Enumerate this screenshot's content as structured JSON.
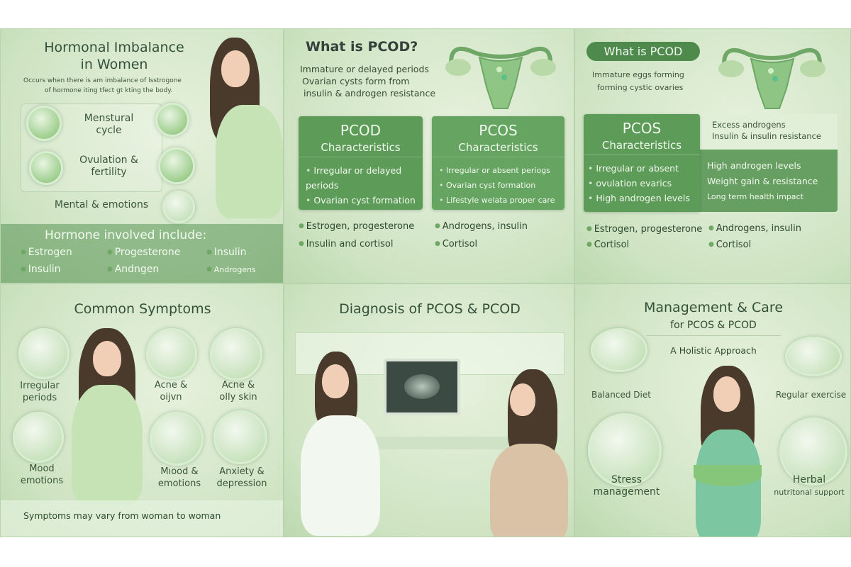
{
  "hormonal": {
    "title_line1": "Hormonal Imbalance",
    "title_line2": "in Women",
    "subtitle_line1": "Occurs when there is am imbalance of lsstrogone",
    "subtitle_line2": "of hormone iting tfect gt kting the body.",
    "items": [
      "Menstural cycle",
      "Ovulation & fertility",
      "Mental & emotions"
    ],
    "menstural_l1": "Menstural",
    "menstural_l2": "cycle",
    "ovulation_l1": "Ovulation &",
    "ovulation_l2": "fertility",
    "mental": "Mental & emotions",
    "hormones_title": "Hormone involved include:",
    "hormones": [
      "Estrogen",
      "Progesterone",
      "Insulin",
      "Insulin",
      "Andngen",
      "Androgens"
    ]
  },
  "pcod": {
    "title": "What is PCOD?",
    "lines": [
      "Immature or delayed periods",
      "Ovarian cysts form from",
      "insulin & androgen resistance"
    ],
    "box_pcod": {
      "title": "PCOD",
      "sub": "Characteristics",
      "items": [
        "Irregular or delayed periods",
        "Ovarian cyst formation"
      ]
    },
    "box_pcos": {
      "title": "PCOS",
      "sub": "Characteristics",
      "items": [
        "Irregular or absent periogs",
        "Ovarian cyst formation",
        "Lifestyle welata proper care"
      ]
    },
    "bullets_left": [
      "Estrogen, progesterone",
      "Insulin and cortisol"
    ],
    "bullets_right": [
      "Androgens, insulin",
      "Cortisol"
    ]
  },
  "pcod2": {
    "pill": "What is PCOD",
    "lines": [
      "Immature eggs forming",
      "forming cystic ovaries"
    ],
    "box_pcos": {
      "title": "PCOS",
      "sub": "Characteristics",
      "items": [
        "Irregular or absent",
        "ovulation evarics",
        "High androgen levels"
      ]
    },
    "side_text": [
      "Excess androgens",
      "Insulin & insulin resistance"
    ],
    "side_items": [
      "High androgen levels",
      "Weight gain & resistance",
      "Long term health impact"
    ],
    "bullets_left": [
      "Estrogen, progesterone",
      "Cortisol"
    ],
    "bullets_right": [
      "Androgens, insulin",
      "Cortisol"
    ]
  },
  "symptoms": {
    "title": "Common Symptoms",
    "items": [
      {
        "l1": "Irregular",
        "l2": "periods"
      },
      {
        "l1": "Acne &",
        "l2": "oijvn"
      },
      {
        "l1": "Acne &",
        "l2": "olly skin"
      },
      {
        "l1": "Mood",
        "l2": "emotions"
      },
      {
        "l1": "Mıood &",
        "l2": "emotions"
      },
      {
        "l1": "Anxiety &",
        "l2": "depression"
      }
    ],
    "footer": "Symptoms may vary from woman to woman"
  },
  "diagnosis": {
    "title": "Diagnosis of PCOS & PCOD"
  },
  "management": {
    "title": "Management & Care",
    "subtitle": "for PCOS & PCOD",
    "approach": "A Holistic Approach",
    "items": [
      {
        "l1": "Balanced Diet",
        "l2": ""
      },
      {
        "l1": "Regular exercise",
        "l2": ""
      },
      {
        "l1": "Stress",
        "l2": "management"
      },
      {
        "l1": "Herbal",
        "l2": "nutritonal support"
      }
    ]
  },
  "colors": {
    "accent": "#5d9c58",
    "text": "#2f4a2f",
    "background": "#d4e8c9"
  }
}
